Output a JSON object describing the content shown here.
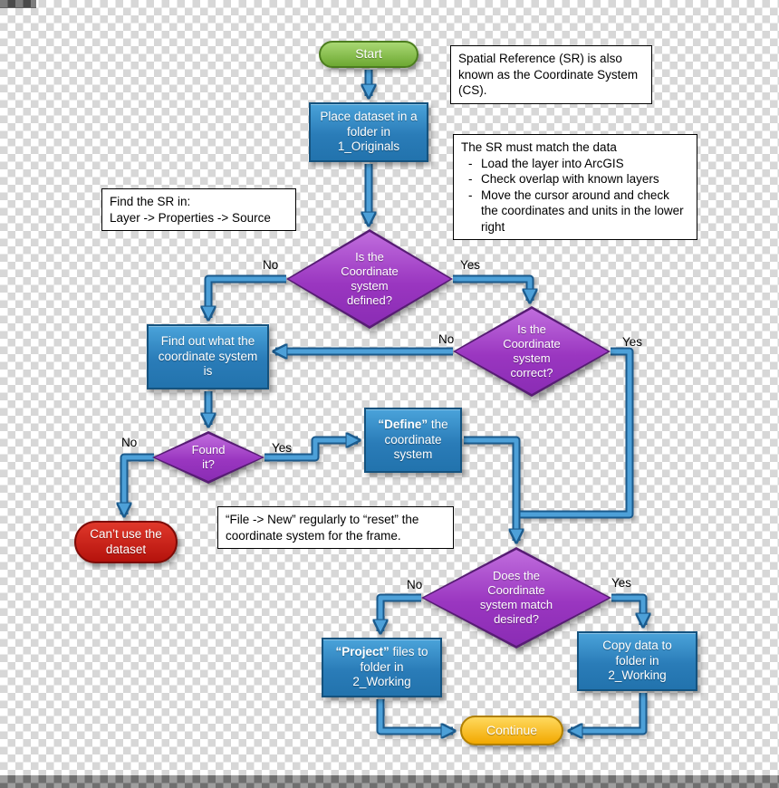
{
  "flowchart": {
    "start": "Start",
    "place_dataset": "Place dataset in a\nfolder in\n1_Originals",
    "cs_defined": "Is the\nCoordinate\nsystem\ndefined?",
    "cs_correct": "Is the\nCoordinate\nsystem\ncorrect?",
    "find_out": "Find out what the\ncoordinate system\nis",
    "found_it": "Found\nit?",
    "cant_use": "Can’t use the\ndataset",
    "define_bold": "“Define”",
    "define_rest": " the\ncoordinate\nsystem",
    "cs_match": "Does the\nCoordinate\nsystem match\ndesired?",
    "project_bold": "“Project”",
    "project_rest": " files to\nfolder in\n2_Working",
    "copy_data": "Copy data to\nfolder in\n2_Working",
    "continue": "Continue"
  },
  "notes": {
    "sr_alias": "Spatial Reference (SR) is also\nknown as the Coordinate System\n(CS).",
    "sr_match": {
      "title": "The SR must match the data",
      "items": [
        "Load the layer into ArcGIS",
        "Check overlap with known layers",
        "Move the cursor around and check the coordinates and units in the lower right"
      ]
    },
    "find_sr": "Find the SR in:\nLayer -> Properties -> Source",
    "file_new": "“File -> New” regularly to “reset” the\ncoordinate system for the frame."
  },
  "labels": {
    "no": "No",
    "yes": "Yes"
  },
  "colors": {
    "process_blue": "#2a7cb8",
    "decision_purple": "#9a36c0",
    "start_green": "#6da832",
    "terminal_red": "#b5120c",
    "continue_yellow": "#f2a800",
    "connector_blue": "#4da0d8"
  }
}
